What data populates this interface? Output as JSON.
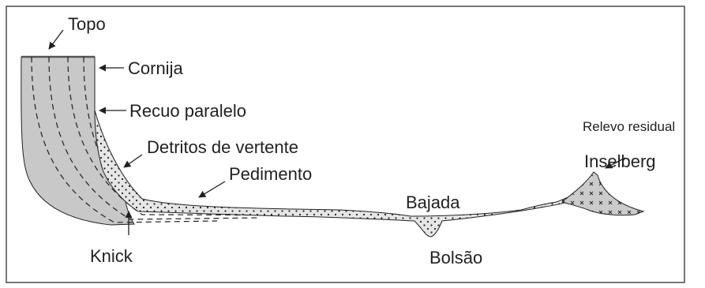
{
  "diagram": {
    "labels": {
      "topo": "Topo",
      "cornija": "Cornija",
      "recuo_paralelo": "Recuo paralelo",
      "detritos_de_vertente": "Detritos de vertente",
      "pedimento": "Pedimento",
      "bajada": "Bajada",
      "bolsao": "Bolsão",
      "knick": "Knick",
      "relevo_residual": "Relevo residual",
      "inselberg": "Inselberg"
    },
    "colors": {
      "frame": "#231f20",
      "escarpment_fill": "#c8c8c8",
      "debris_fill": "#e6e6e6",
      "inselberg_fill": "#cbcbcb",
      "text": "#231f20"
    }
  }
}
